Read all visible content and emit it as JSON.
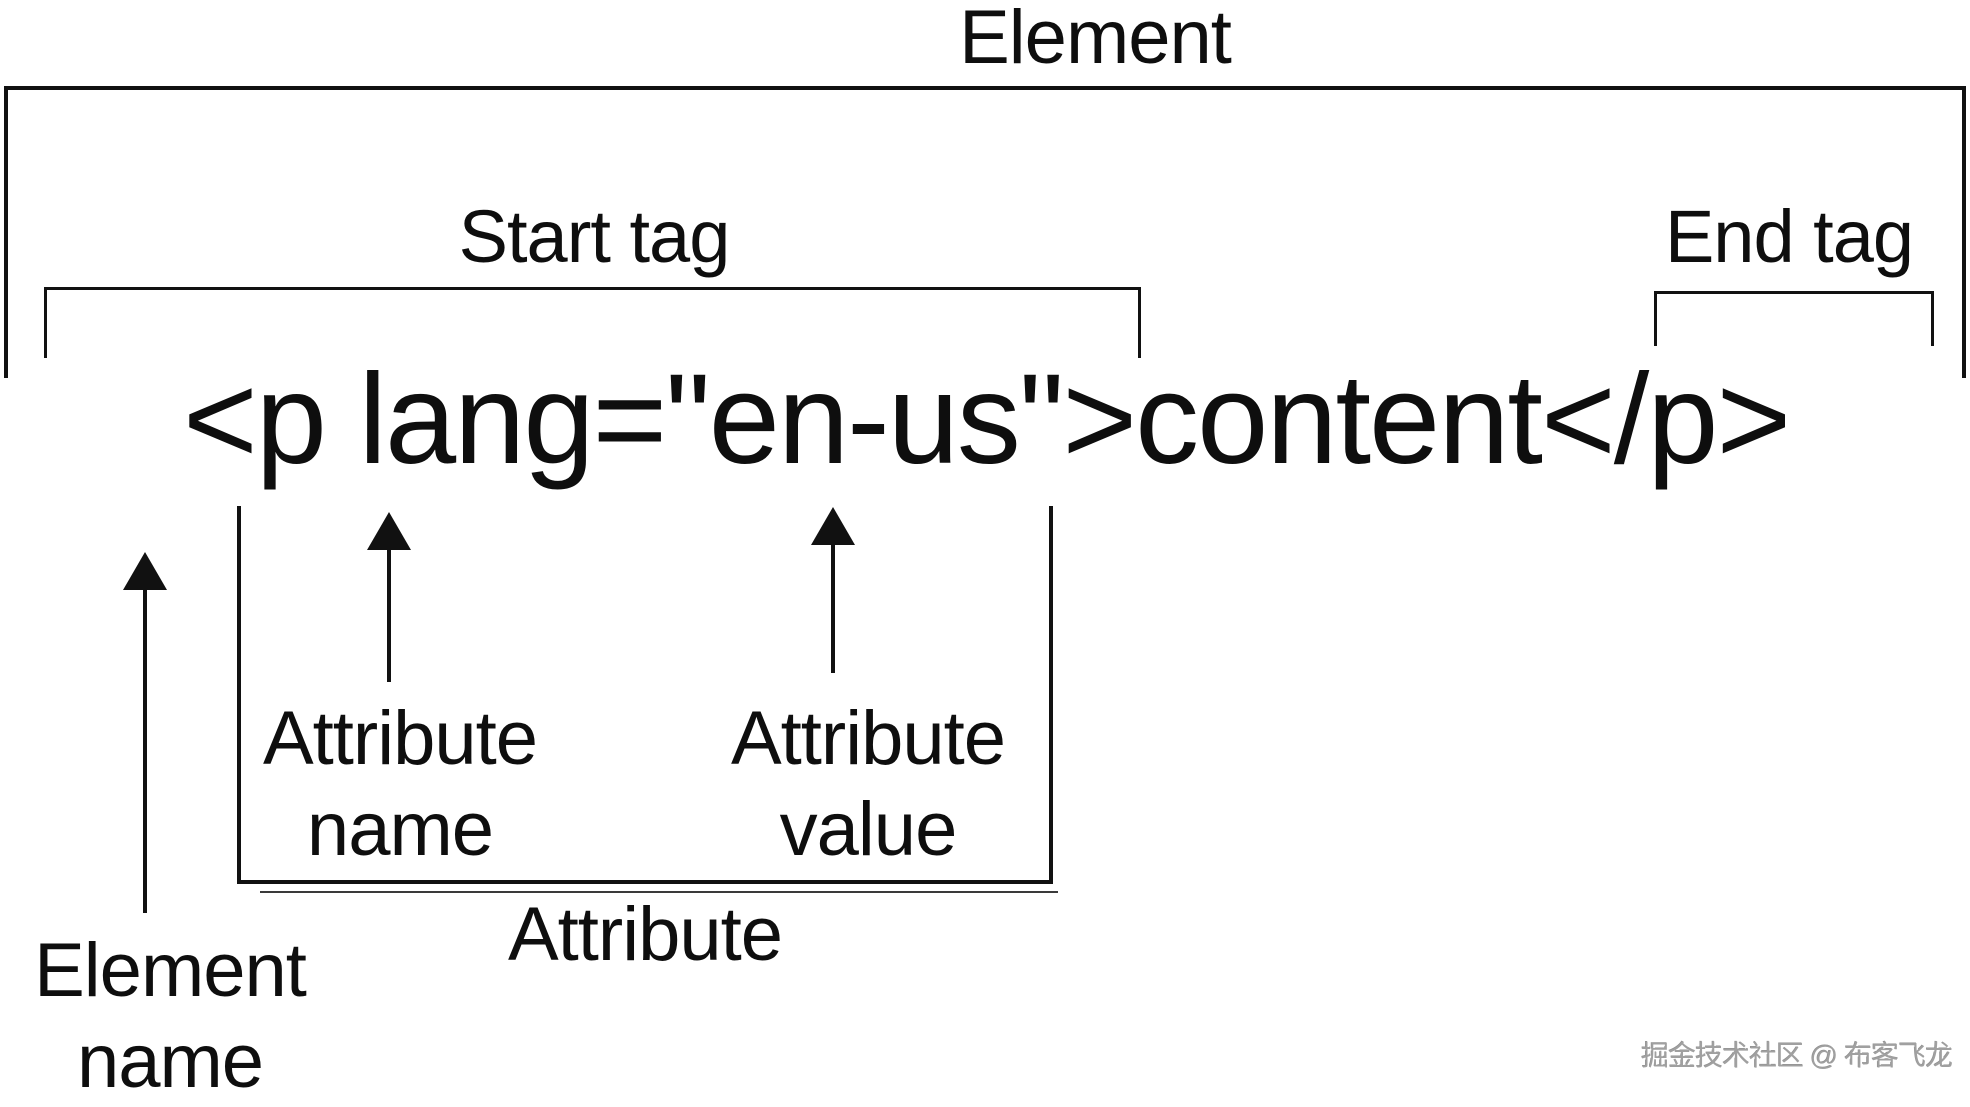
{
  "diagram": {
    "title": "Element",
    "code": "<p lang=\"en-us\">content</p>",
    "brackets": {
      "start_tag": "Start tag",
      "end_tag": "End tag"
    },
    "callouts": {
      "element_name": {
        "line1": "Element",
        "line2": "name"
      },
      "attribute_name": {
        "line1": "Attribute",
        "line2": "name"
      },
      "attribute_value": {
        "line1": "Attribute",
        "line2": "value"
      },
      "attribute": "Attribute"
    },
    "watermark": "掘金技术社区 @ 布客飞龙",
    "colors": {
      "ink": "#111111",
      "background": "#ffffff",
      "watermark_gray": "#a0a0a0"
    }
  }
}
